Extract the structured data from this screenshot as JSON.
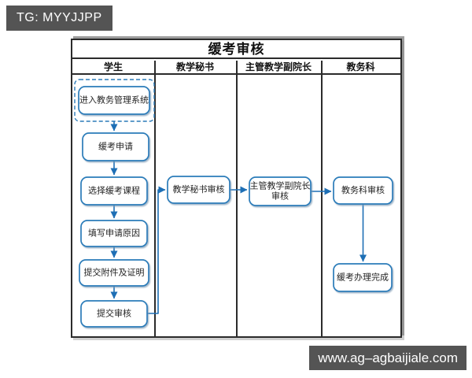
{
  "watermarks": {
    "top_left": "TG: MYYJJPP",
    "bottom_right": "www.ag–agbaijiale.com"
  },
  "diagram": {
    "title": "缓考审核",
    "lanes": [
      {
        "label": "学生"
      },
      {
        "label": "教学秘书"
      },
      {
        "label": "主管教学副院长"
      },
      {
        "label": "教务科"
      }
    ],
    "nodes": [
      {
        "id": "enter_system",
        "lane": 0,
        "label": "进入教务管理系统",
        "selected": true
      },
      {
        "id": "apply",
        "lane": 0,
        "label": "缓考申请"
      },
      {
        "id": "select_course",
        "lane": 0,
        "label": "选择缓考课程"
      },
      {
        "id": "fill_reason",
        "lane": 0,
        "label": "填写申请原因"
      },
      {
        "id": "submit_attachments",
        "lane": 0,
        "label": "提交附件及证明"
      },
      {
        "id": "submit_review",
        "lane": 0,
        "label": "提交审核"
      },
      {
        "id": "secretary_review",
        "lane": 1,
        "label": "教学秘书审核"
      },
      {
        "id": "vice_dean_review",
        "lane": 2,
        "label": "主管教学副院长\n审核"
      },
      {
        "id": "academic_review",
        "lane": 3,
        "label": "教务科审核"
      },
      {
        "id": "complete",
        "lane": 3,
        "label": "缓考办理完成"
      }
    ],
    "edges": [
      {
        "from": "enter_system",
        "to": "apply"
      },
      {
        "from": "apply",
        "to": "select_course"
      },
      {
        "from": "select_course",
        "to": "fill_reason"
      },
      {
        "from": "fill_reason",
        "to": "submit_attachments"
      },
      {
        "from": "submit_attachments",
        "to": "submit_review"
      },
      {
        "from": "submit_review",
        "to": "secretary_review"
      },
      {
        "from": "secretary_review",
        "to": "vice_dean_review"
      },
      {
        "from": "vice_dean_review",
        "to": "academic_review"
      },
      {
        "from": "academic_review",
        "to": "complete"
      }
    ]
  },
  "colors": {
    "accent_blue": "#2b7bb9",
    "arrow_blue": "#1e6fb5",
    "badge_bg": "#545454",
    "border_dark": "#2b2b2b",
    "node_text": "#222222"
  }
}
